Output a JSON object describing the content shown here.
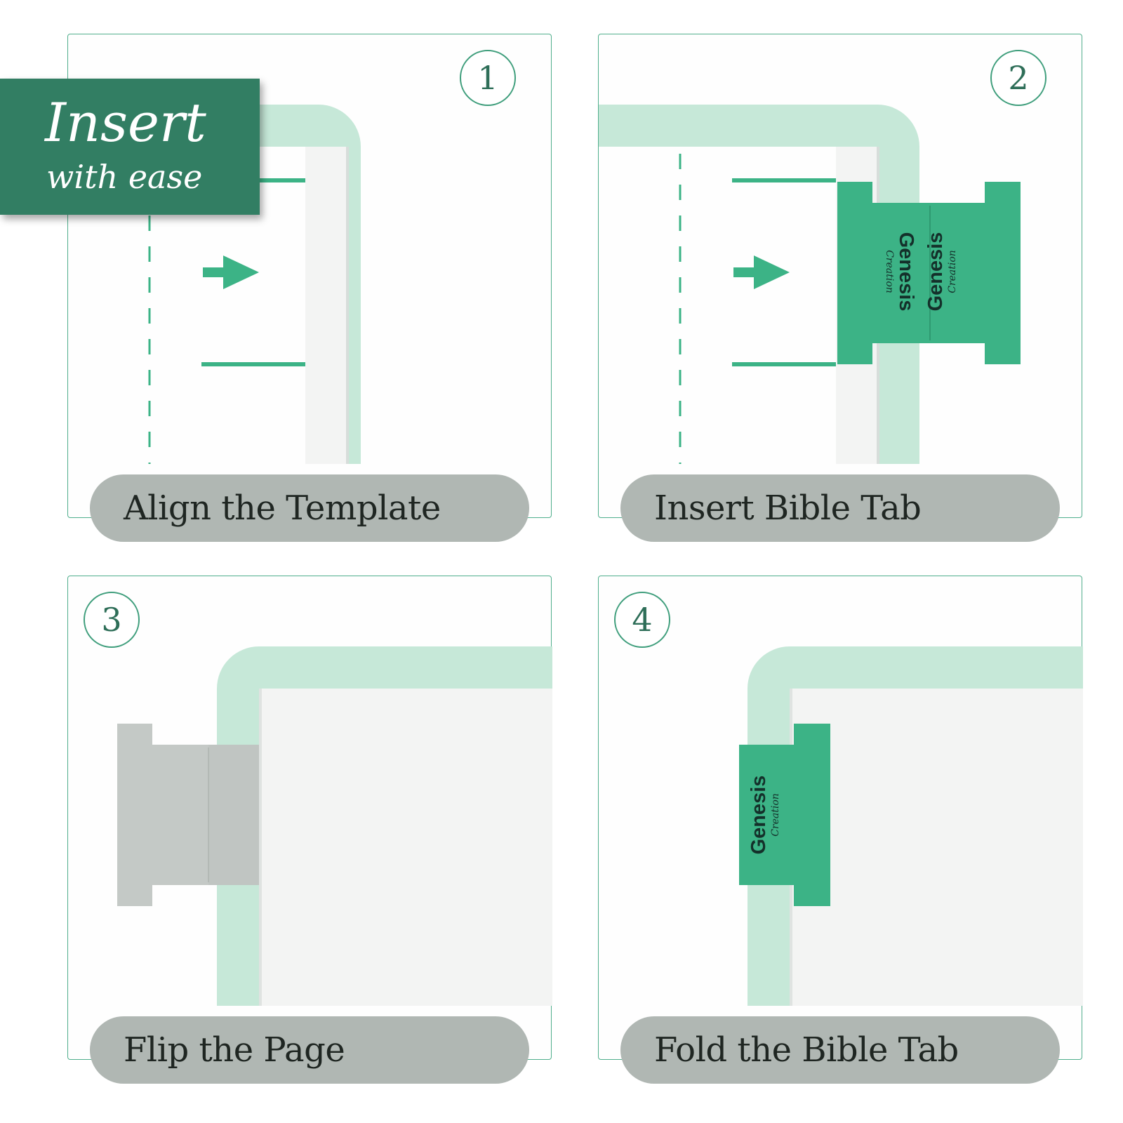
{
  "banner": {
    "title": "Insert",
    "subtitle": "with ease"
  },
  "steps": [
    {
      "number": "1",
      "caption": "Align the Template"
    },
    {
      "number": "2",
      "caption": "Insert Bible Tab"
    },
    {
      "number": "3",
      "caption": "Flip the Page"
    },
    {
      "number": "4",
      "caption": "Fold the Bible Tab"
    }
  ],
  "tab": {
    "title": "Genesis",
    "subtitle": "Creation"
  },
  "colors": {
    "accent": "#3cb386",
    "banner": "#327e63",
    "template_band": "#c6e8d8",
    "page": "#f3f4f3",
    "caption_pill": "#b0b7b3",
    "flipped_tab": "#c4c9c6"
  }
}
